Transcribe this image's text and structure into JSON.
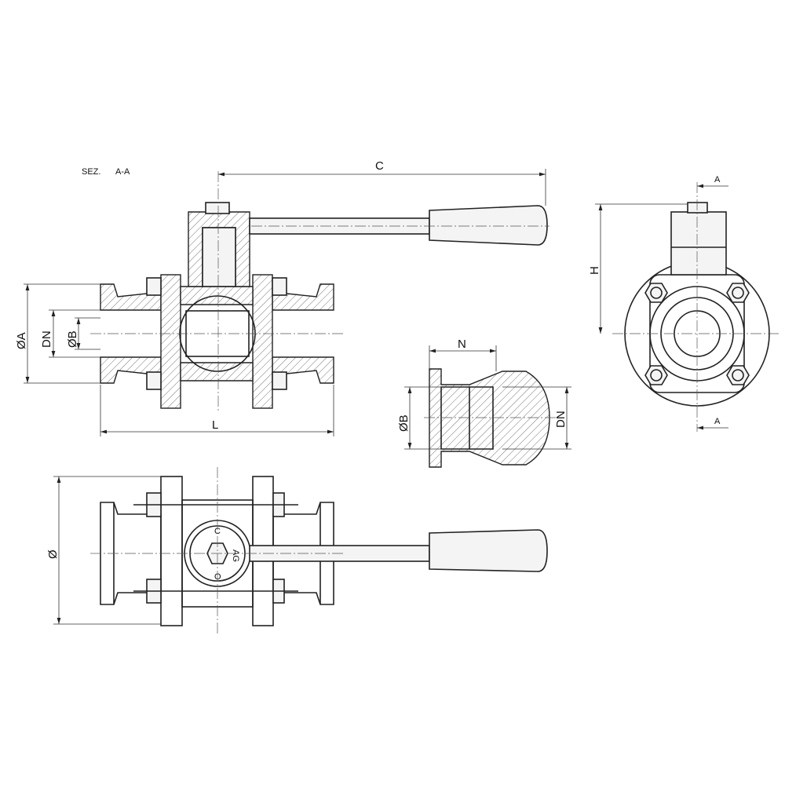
{
  "section_title": "SEZ.",
  "section_name": "A-A",
  "dimensions": {
    "C": "C",
    "L": "L",
    "H": "H",
    "N": "N",
    "phi_A": "ØA",
    "DN": "DN",
    "phi_B": "ØB",
    "detail_phi_B": "ØB",
    "detail_DN": "DN",
    "phi": "Ø"
  },
  "section_markers": {
    "top": "A",
    "bottom": "A"
  },
  "indicator": {
    "closed": "C",
    "open": "O"
  },
  "logo_text": "AG"
}
